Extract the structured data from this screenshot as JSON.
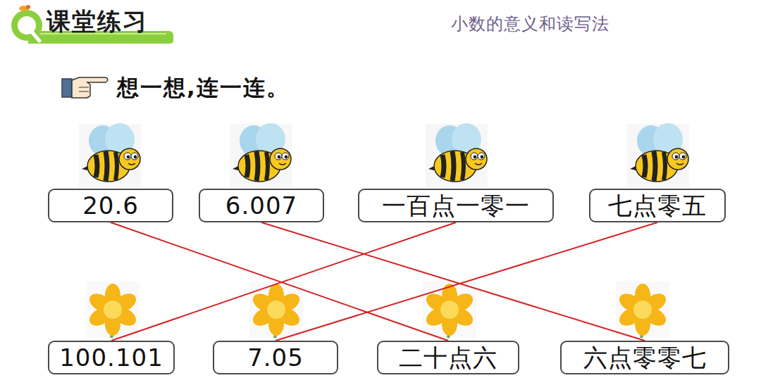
{
  "diagram": {
    "title": "课堂练习",
    "nodes": [
      {
        "text": [
          "20.6"
        ]
      },
      {
        "text": [
          "6.007"
        ]
      },
      {
        "text": [
          "一百点一零一"
        ]
      },
      {
        "text": [
          "七点零五"
        ]
      },
      {
        "text": [
          "100.101"
        ]
      },
      {
        "text": [
          "7.05"
        ]
      },
      {
        "text": [
          "二十点六"
        ]
      },
      {
        "text": [
          "六点零零七"
        ]
      }
    ],
    "edges": [
      {
        "from": 0,
        "to": 6,
        "arrow": "none"
      },
      {
        "from": 1,
        "to": 7,
        "arrow": "none"
      },
      {
        "from": 2,
        "to": 4,
        "arrow": "none"
      },
      {
        "from": 3,
        "to": 5,
        "arrow": "none"
      }
    ],
    "labels": [
      "小数的意义和读写法",
      "想一想,连一连。"
    ]
  }
}
